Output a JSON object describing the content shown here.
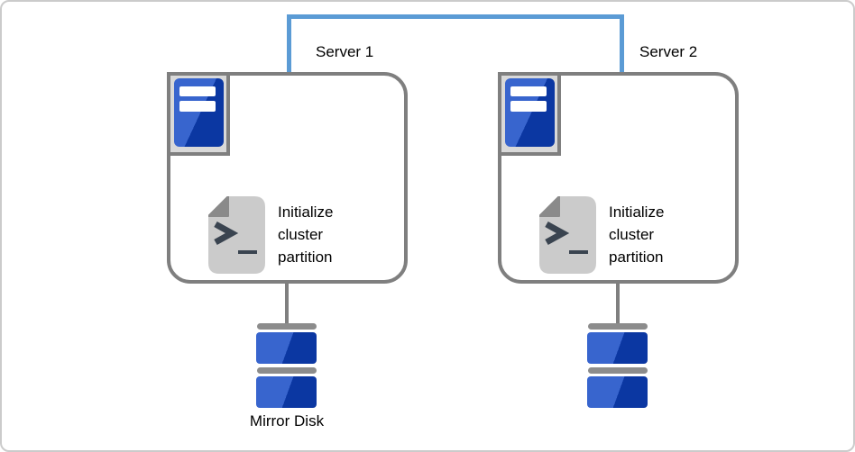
{
  "servers": [
    {
      "label": "Server 1",
      "action_label": "Initialize\ncluster\npartition"
    },
    {
      "label": "Server 2",
      "action_label": "Initialize\ncluster\npartition"
    }
  ],
  "mirror_disk_label": "Mirror Disk",
  "colors": {
    "connector_blue": "#5B9BD5",
    "outline_gray": "#7F7F7F",
    "icon_blue_light": "#3865CE",
    "icon_blue_dark": "#0B37A2",
    "document_gray": "#CBCBCB",
    "document_fold_gray": "#8A8A8A",
    "glyph_dark": "#3A4450",
    "canvas_border": "#CBCBCB"
  }
}
